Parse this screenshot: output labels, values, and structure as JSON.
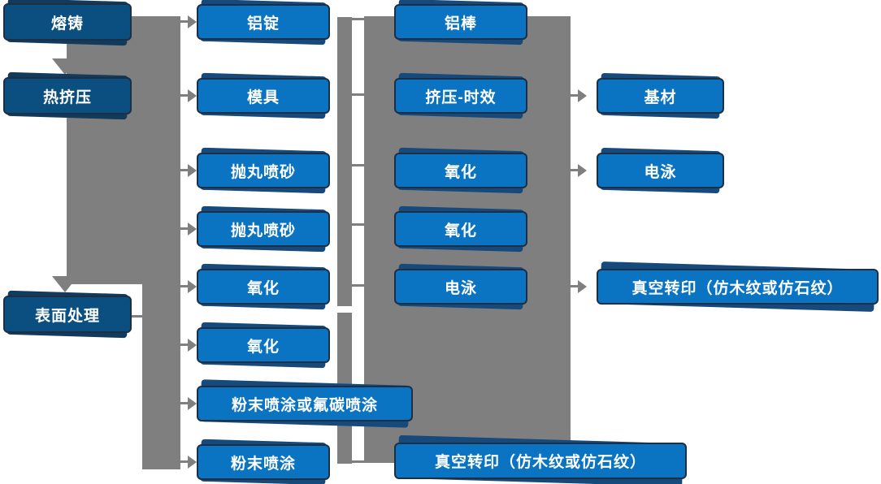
{
  "colors": {
    "background": "#ffffff",
    "node_fill": "#0a73c2",
    "node_fill_dark": "#0b4e80",
    "node_border": "#1c2f44",
    "node_back": "#174a7c",
    "node_back_dark": "#123a5c",
    "connector": "#7f7f7f",
    "text": "#ffffff"
  },
  "nodes": [
    {
      "label": "熔铸"
    },
    {
      "label": "热挤压"
    },
    {
      "label": "表面处理"
    },
    {
      "label": "铝锭"
    },
    {
      "label": "模具"
    },
    {
      "label": "抛丸喷砂"
    },
    {
      "label": "抛丸喷砂"
    },
    {
      "label": "氧化"
    },
    {
      "label": "氧化"
    },
    {
      "label": "粉末喷涂或氟碳喷涂"
    },
    {
      "label": "粉末喷涂"
    },
    {
      "label": "铝棒"
    },
    {
      "label": "挤压-时效"
    },
    {
      "label": "氧化"
    },
    {
      "label": "氧化"
    },
    {
      "label": "电泳"
    },
    {
      "label": "真空转印（仿木纹或仿石纹）"
    },
    {
      "label": "基材"
    },
    {
      "label": "电泳"
    },
    {
      "label": "真空转印（仿木纹或仿石纹）"
    }
  ]
}
